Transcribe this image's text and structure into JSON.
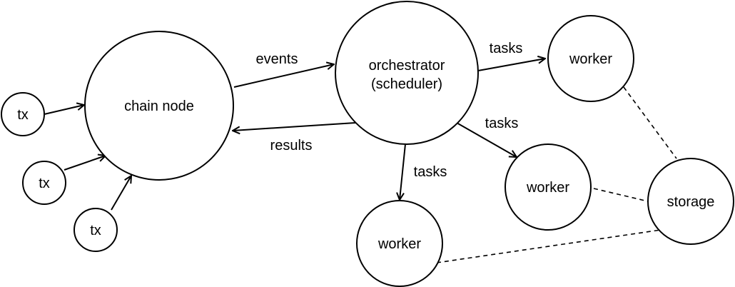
{
  "nodes": {
    "tx1": "tx",
    "tx2": "tx",
    "tx3": "tx",
    "chain_node": "chain node",
    "orchestrator_line1": "orchestrator",
    "orchestrator_line2": "(scheduler)",
    "worker_top": "worker",
    "worker_mid": "worker",
    "worker_bottom": "worker",
    "storage": "storage"
  },
  "edges": {
    "events": "events",
    "results": "results",
    "tasks_top": "tasks",
    "tasks_mid": "tasks",
    "tasks_bottom": "tasks"
  }
}
